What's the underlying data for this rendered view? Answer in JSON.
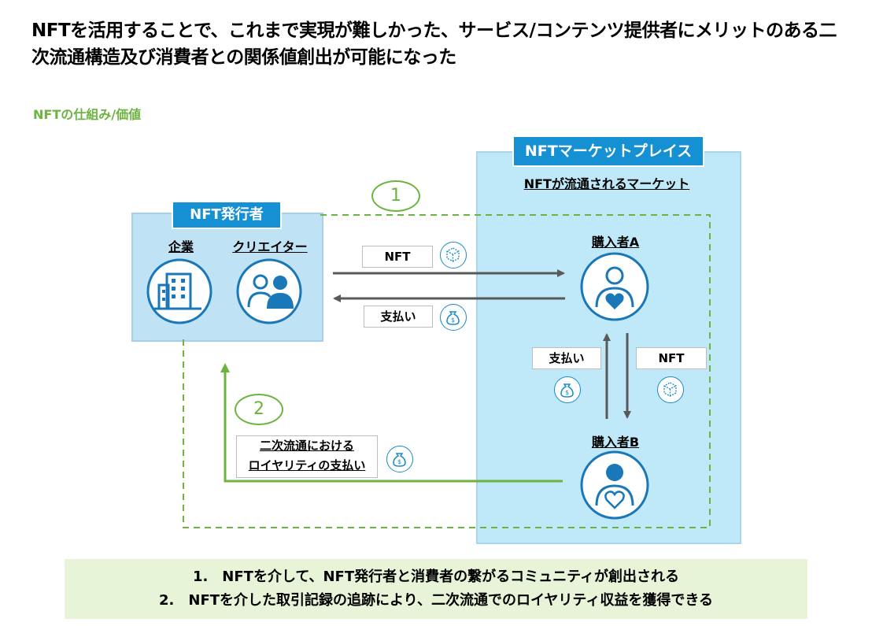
{
  "title": "NFTを活用することで、これまで実現が難しかった、サービス/コンテンツ提供者にメリットのある二次流通構造及び消費者との関係値創出が可能になった",
  "subtitle": "NFTの仕組み/価値",
  "issuer": {
    "label": "NFT発行者",
    "company_label": "企業",
    "creator_label": "クリエイター"
  },
  "market": {
    "label": "NFTマーケットプレイス",
    "caption": "NFTが流通されるマーケット",
    "buyer_a": "購入者A",
    "buyer_b": "購入者B"
  },
  "flows": {
    "nft_to_a": "NFT",
    "pay_to_issuer": "支払い",
    "pay_b_to_a": "支払い",
    "nft_a_to_b": "NFT",
    "royalty_line1": "二次流通における",
    "royalty_line2": "ロイヤリティの支払い"
  },
  "markers": {
    "one": "1",
    "two": "2"
  },
  "footer": {
    "line1": "1.　NFTを介して、NFT発行者と消費者の繋がるコミュニティが創出される",
    "line2": "2.　NFTを介した取引記録の追跡により、二次流通でのロイヤリティ収益を獲得できる"
  },
  "colors": {
    "accent_blue": "#1591d3",
    "icon_blue": "#1a77b8",
    "green": "#6cb33f",
    "issuer_bg": "#bfe3f5",
    "market_bg": "#bfe9f9",
    "footer_bg": "#e8f4d8",
    "arrow_gray": "#595959"
  },
  "icons": [
    "building-icon",
    "people-icon",
    "person-heart-icon",
    "person-heart-outline-icon",
    "cube-icon",
    "money-bag-icon"
  ]
}
